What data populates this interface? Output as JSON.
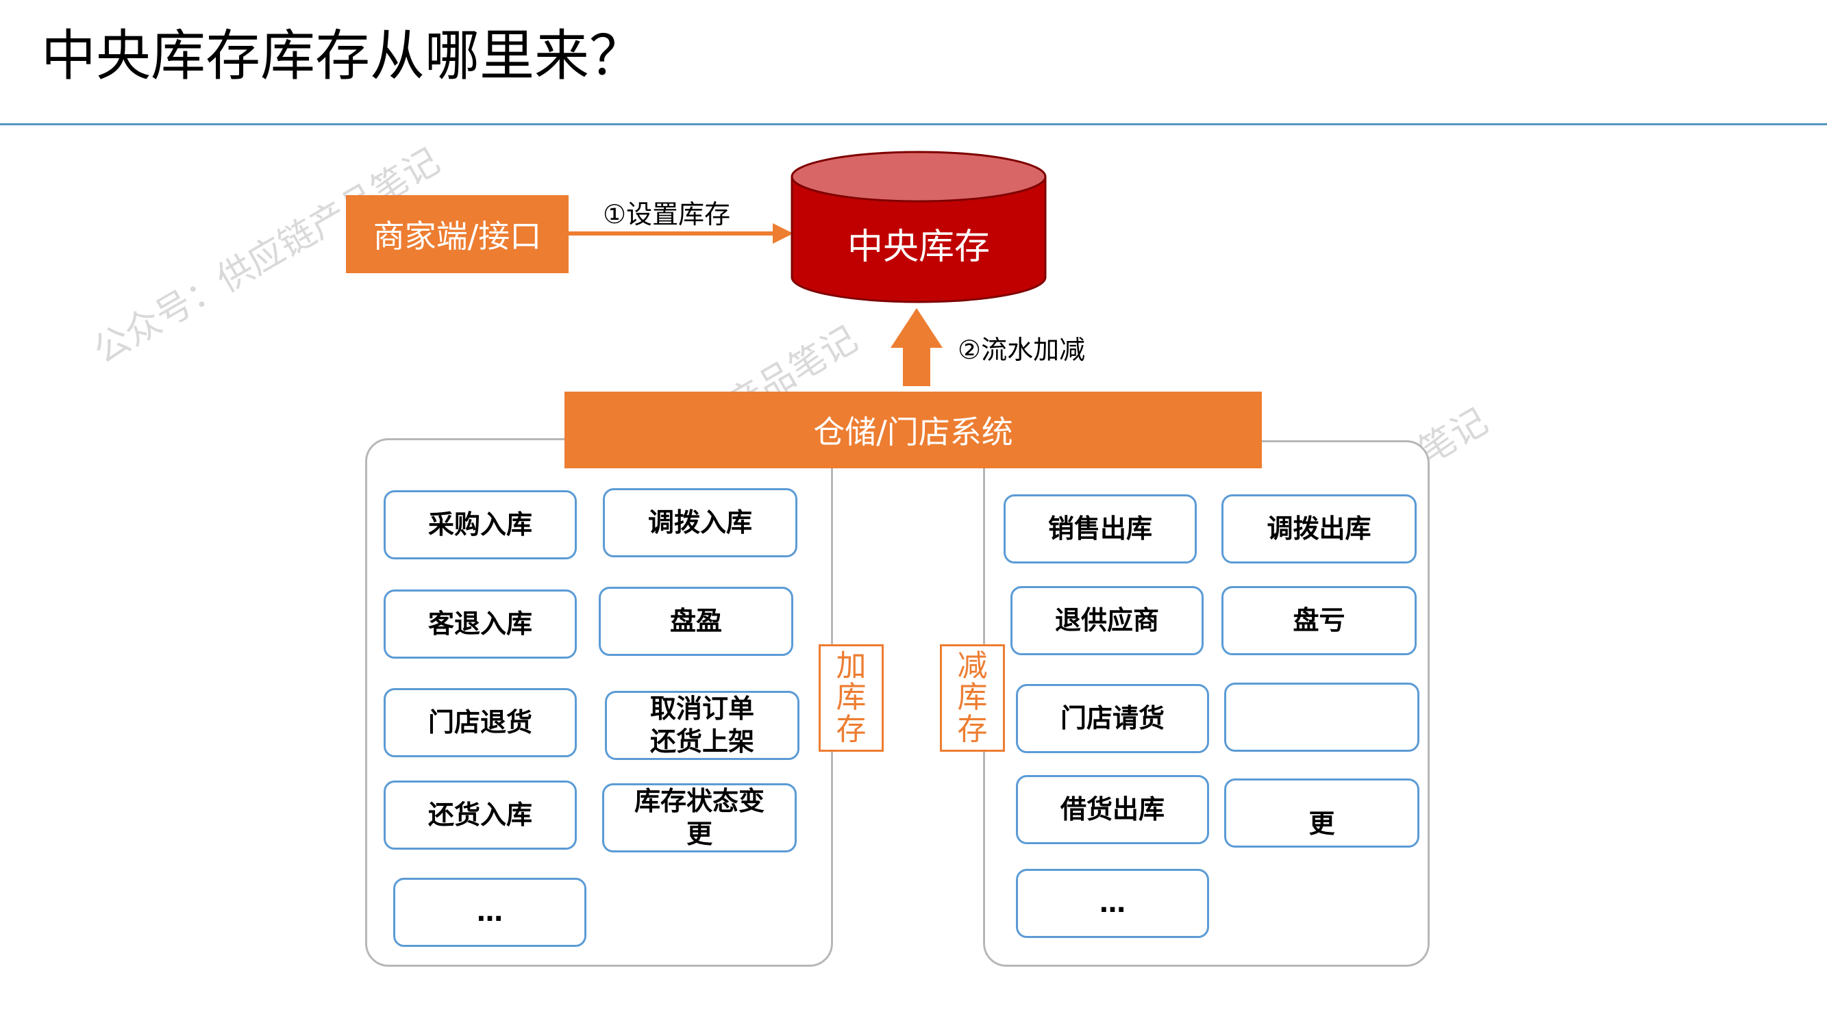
{
  "title": "中央库存库存从哪里来？",
  "watermark": "公众号：供应链产品笔记",
  "merchant_box": "商家端/接口",
  "arrow1_label": "①设置库存",
  "central_stock": "中央库存",
  "arrow2_label": "②流水加减",
  "warehouse_box": "仓储/门店系统",
  "increase": {
    "label_chars": [
      "加",
      "库",
      "存"
    ],
    "items": [
      "采购入库",
      "调拨入库",
      "客退入库",
      "盘盈",
      "门店退货",
      "取消订单\n还货上架",
      "还货入库",
      "库存状态变\n更",
      "…"
    ]
  },
  "decrease": {
    "label_chars": [
      "减",
      "库",
      "存"
    ],
    "items": [
      "销售出库",
      "调拨出库",
      "退供应商",
      "盘亏",
      "门店请货",
      "",
      "借货出库",
      "更",
      "…"
    ]
  },
  "colors": {
    "orange": "#ed7d31",
    "red_db": "#c00000",
    "red_db_top": "#d96666",
    "blue_border": "#5b9bd5",
    "rule": "#4f97bf"
  }
}
